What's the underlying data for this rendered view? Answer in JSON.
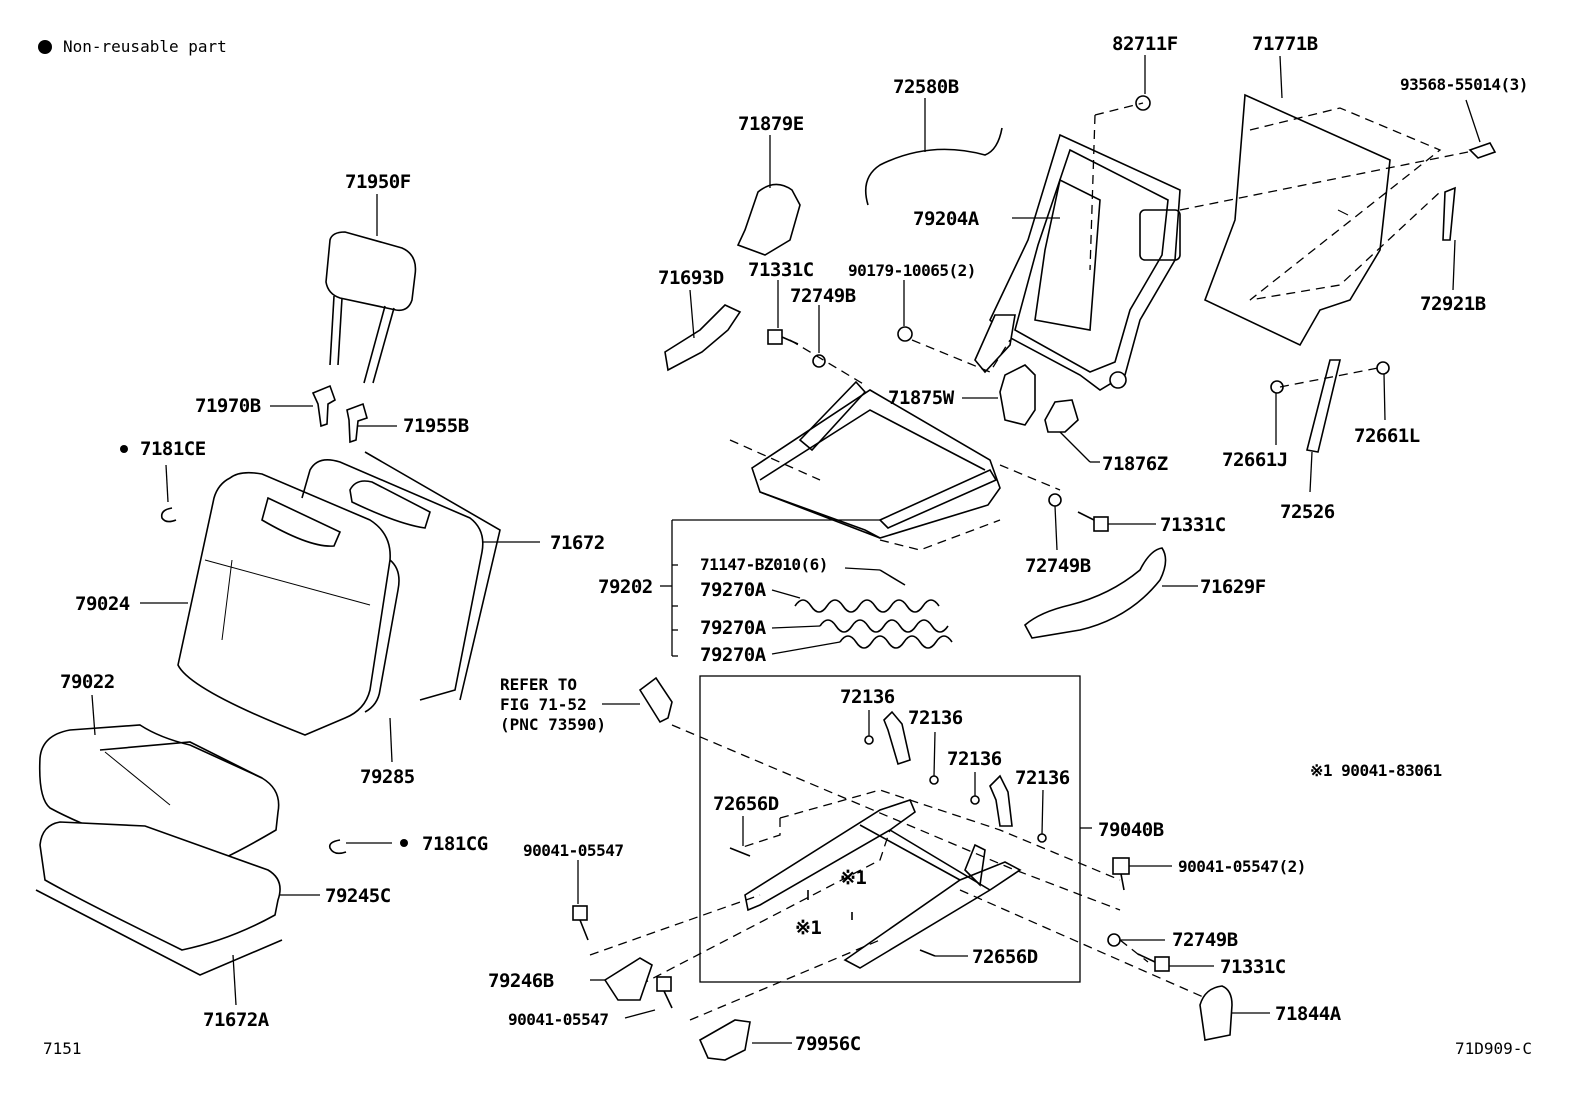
{
  "legend": {
    "non_reusable": "Non-reusable part"
  },
  "footer": {
    "left_code": "7151",
    "right_code": "71D909-C"
  },
  "note_x1": "※1 90041-83061",
  "refer_to": [
    "REFER TO",
    "FIG 71-52",
    "(PNC 73590)"
  ],
  "parts": {
    "p82711F": "82711F",
    "p71771B": "71771B",
    "p93568": "93568-55014(3)",
    "p72580B": "72580B",
    "p71879E": "71879E",
    "p79204A": "79204A",
    "p71950F": "71950F",
    "p71693D": "71693D",
    "p71331C_a": "71331C",
    "p72749B_a": "72749B",
    "p90179": "90179-10065(2)",
    "p72921B": "72921B",
    "p71875W": "71875W",
    "p71970B": "71970B",
    "p71955B": "71955B",
    "p72661J": "72661J",
    "p72661L": "72661L",
    "p7181CE": "7181CE",
    "p71876Z": "71876Z",
    "p71331C_b": "71331C",
    "p72526": "72526",
    "p71672": "71672",
    "p79024": "79024",
    "p71147": "71147-BZ010(6)",
    "p79202": "79202",
    "p79270A_a": "79270A",
    "p79270A_b": "79270A",
    "p79270A_c": "79270A",
    "p72749B_b": "72749B",
    "p71629F": "71629F",
    "p79022": "79022",
    "p72136_a": "72136",
    "p72136_b": "72136",
    "p72136_c": "72136",
    "p72136_d": "72136",
    "p79285": "79285",
    "p72656D_a": "72656D",
    "p79040B": "79040B",
    "p7181CG": "7181CG",
    "p90041_a": "90041-05547",
    "p90041_b": "90041-05547(2)",
    "p79245C": "79245C",
    "x1_a": "※1",
    "x1_b": "※1",
    "p72749B_c": "72749B",
    "p72656D_b": "72656D",
    "p71331C_c": "71331C",
    "p79246B": "79246B",
    "p71844A": "71844A",
    "p90041_c": "90041-05547",
    "p71672A": "71672A",
    "p79956C": "79956C"
  }
}
